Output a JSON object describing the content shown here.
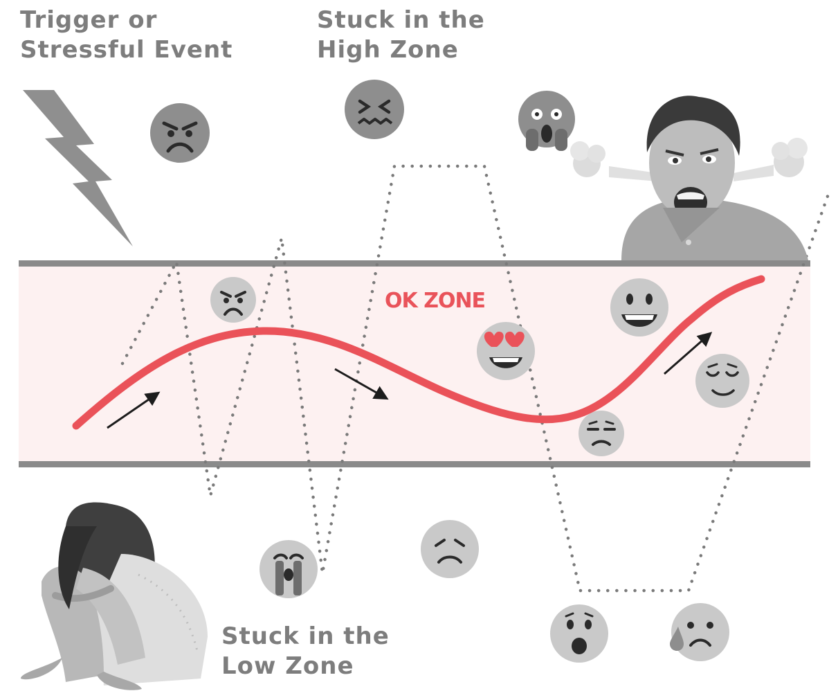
{
  "labels": {
    "trigger": [
      "Trigger or",
      "Stressful Event"
    ],
    "high_zone": [
      "Stuck in the",
      "High Zone"
    ],
    "low_zone": [
      "Stuck in the",
      "Low Zone"
    ],
    "ok_zone": "OK ZONE"
  },
  "colors": {
    "band_fill": "#fdf1f1",
    "band_border": "#8a8a8a",
    "wave": "#ea5259",
    "dotted": "#7a7a7a",
    "emoji_face": "#c9c9c9",
    "emoji_face_dark": "#8e8e8e",
    "emoji_feature": "#3a3a3a",
    "heart": "#ea5259",
    "label_text": "#7d7d7d"
  },
  "emojis": [
    "angry-face-icon",
    "confounded-face-icon",
    "screaming-face-icon",
    "angry-face-small-icon",
    "heart-eyes-face-icon",
    "grinning-face-icon",
    "relieved-face-icon",
    "unamused-face-icon",
    "crying-face-icon",
    "disappointed-face-icon",
    "astonished-face-icon",
    "sad-sweat-face-icon"
  ],
  "illustrations": [
    "lightning-bolt-icon",
    "angry-boy-photo",
    "sad-girl-photo"
  ]
}
